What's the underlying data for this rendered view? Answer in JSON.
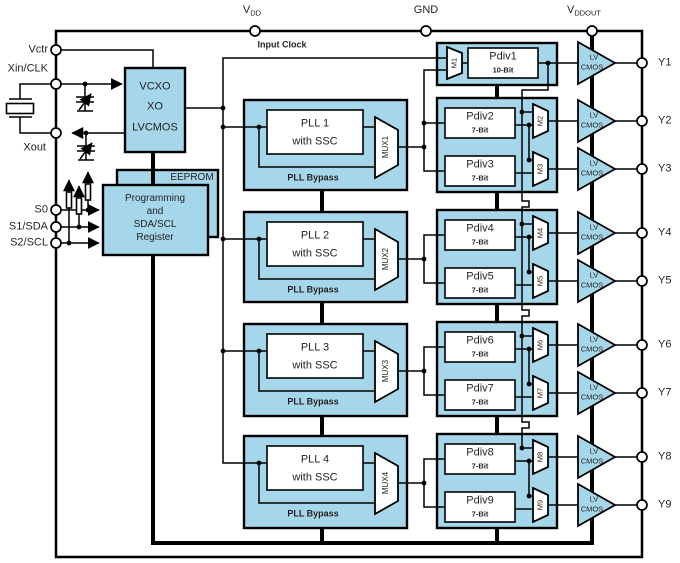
{
  "colors": {
    "block_fill": "#A6D6E9",
    "line": "#000000",
    "text": "#231F20"
  },
  "pins": {
    "top": [
      {
        "base": "V",
        "sub": "DD"
      },
      {
        "base": "GND",
        "sub": ""
      },
      {
        "base": "V",
        "sub": "DDOUT"
      }
    ],
    "left": [
      "Vctr",
      "Xin/CLK",
      "Xout",
      "S0",
      "S1/SDA",
      "S2/SCL"
    ],
    "outputs": [
      "Y1",
      "Y2",
      "Y3",
      "Y4",
      "Y5",
      "Y6",
      "Y7",
      "Y8",
      "Y9"
    ]
  },
  "blocks": {
    "input_clock": "Input Clock",
    "vcxo": [
      "VCXO",
      "XO",
      "LVCMOS"
    ],
    "eeprom": "EEPROM",
    "programming": [
      "Programming",
      "and",
      "SDA/SCL",
      "Register"
    ],
    "plls": [
      {
        "name": "PLL 1",
        "sub": "with SSC",
        "mux": "MUX1",
        "bypass": "PLL Bypass"
      },
      {
        "name": "PLL 2",
        "sub": "with SSC",
        "mux": "MUX2",
        "bypass": "PLL Bypass"
      },
      {
        "name": "PLL 3",
        "sub": "with SSC",
        "mux": "MUX3",
        "bypass": "PLL Bypass"
      },
      {
        "name": "PLL 4",
        "sub": "with SSC",
        "mux": "MUX4",
        "bypass": "PLL Bypass"
      }
    ],
    "pdivs": [
      {
        "name": "Pdiv1",
        "bits": "10-Bit",
        "mux": "M1"
      },
      {
        "name": "Pdiv2",
        "bits": "7-Bit",
        "mux": "M2"
      },
      {
        "name": "Pdiv3",
        "bits": "7-Bit",
        "mux": "M3"
      },
      {
        "name": "Pdiv4",
        "bits": "7-Bit",
        "mux": "M4"
      },
      {
        "name": "Pdiv5",
        "bits": "7-Bit",
        "mux": "M5"
      },
      {
        "name": "Pdiv6",
        "bits": "7-Bit",
        "mux": "M6"
      },
      {
        "name": "Pdiv7",
        "bits": "7-Bit",
        "mux": "M7"
      },
      {
        "name": "Pdiv8",
        "bits": "7-Bit",
        "mux": "M8"
      },
      {
        "name": "Pdiv9",
        "bits": "7-Bit",
        "mux": "M9"
      }
    ],
    "buffer": [
      "LV",
      "CMOS"
    ]
  }
}
